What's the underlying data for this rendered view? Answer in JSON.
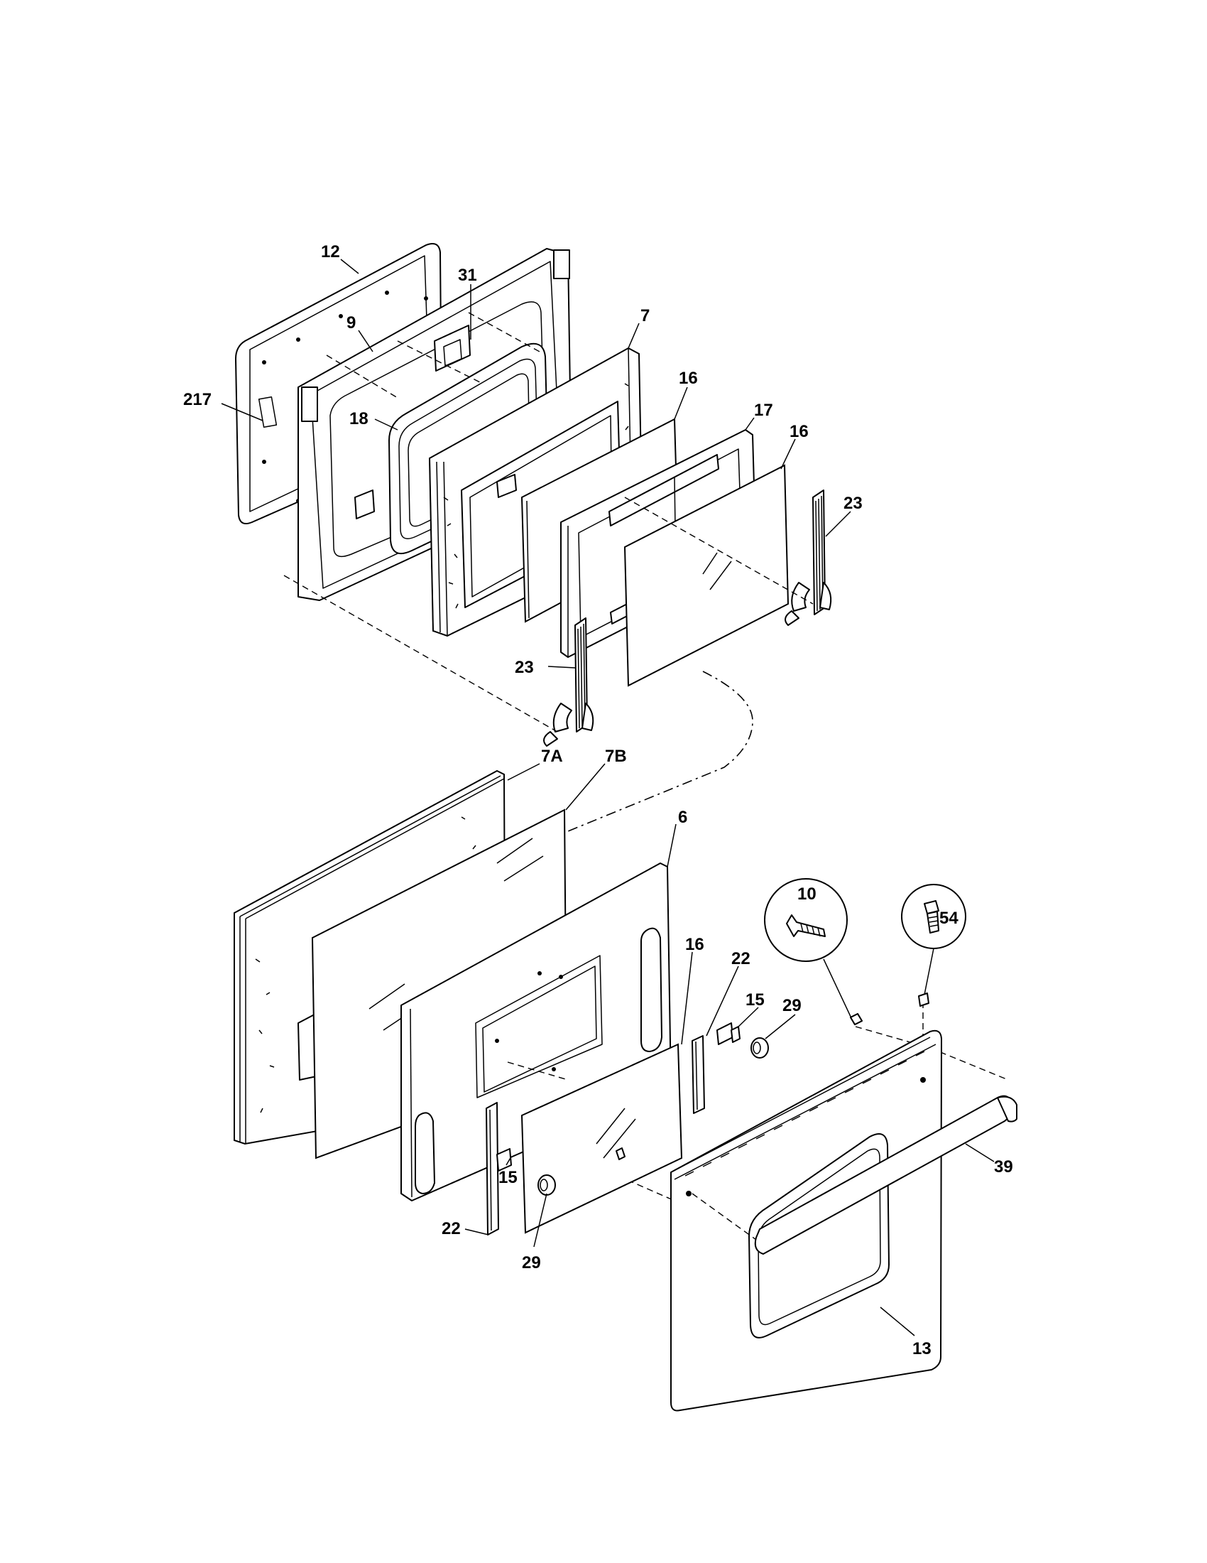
{
  "callouts": {
    "c12": "12",
    "c31": "31",
    "c9": "9",
    "c7": "7",
    "c217": "217",
    "c18": "18",
    "c16a": "16",
    "c17": "17",
    "c16b": "16",
    "c23a": "23",
    "c23b": "23",
    "c7A": "7A",
    "c7B": "7B",
    "c6": "6",
    "c10": "10",
    "c54": "54",
    "c16c": "16",
    "c22a": "22",
    "c15a": "15",
    "c29a": "29",
    "c39": "39",
    "c15b": "15",
    "c22b": "22",
    "c29b": "29",
    "c13": "13"
  }
}
